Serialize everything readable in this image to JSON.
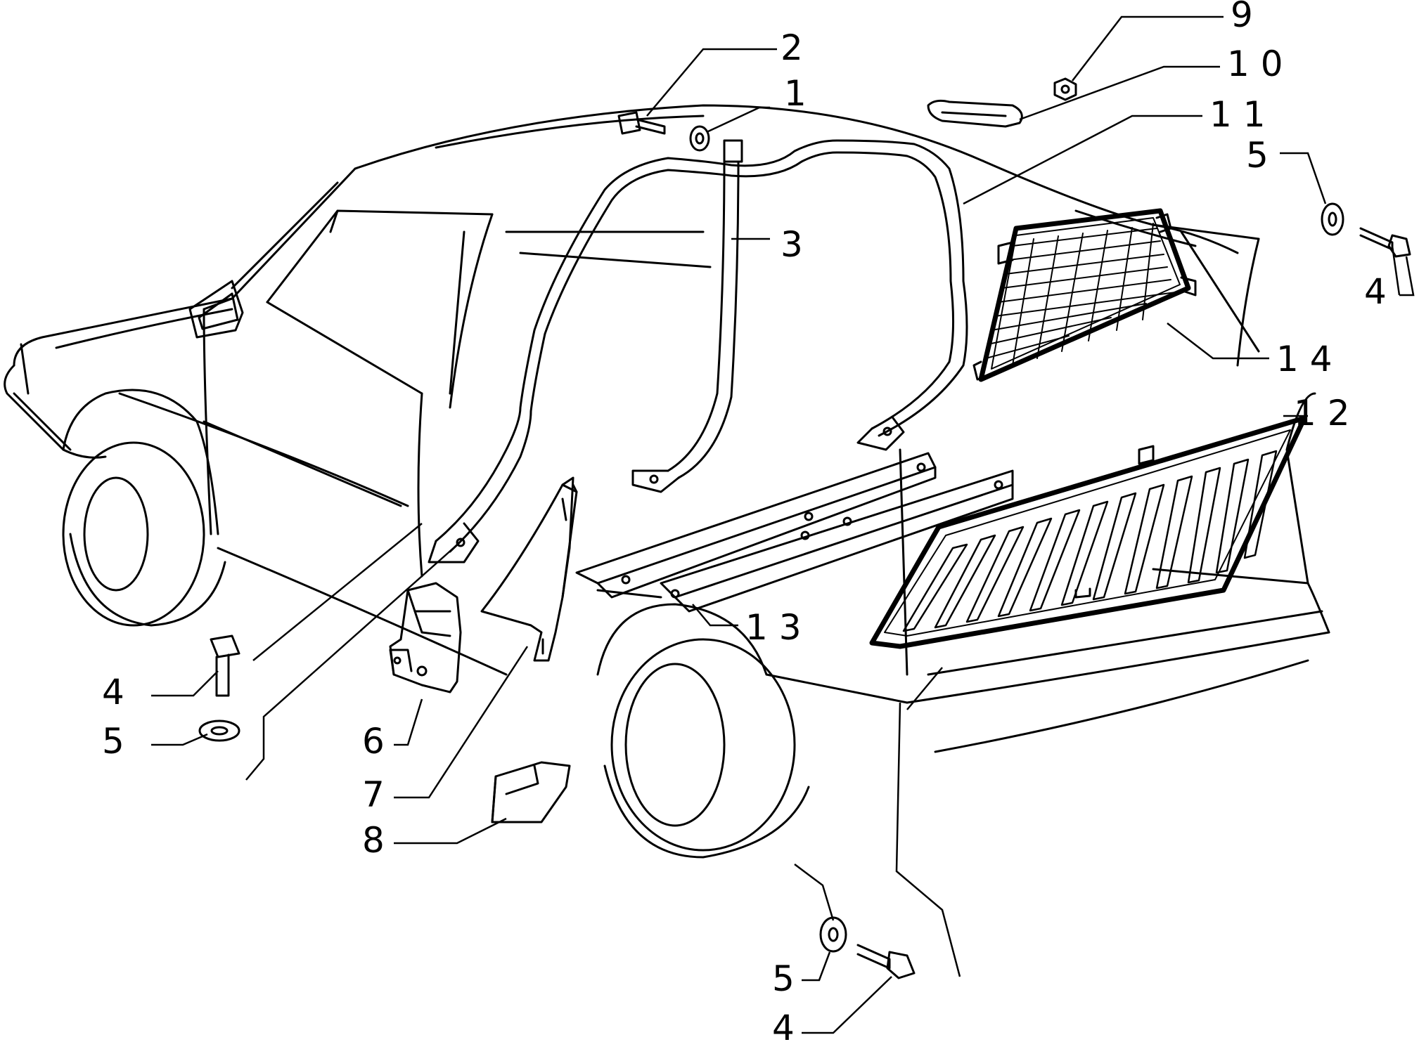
{
  "callouts": {
    "c1": "1",
    "c2": "2",
    "c3": "3",
    "c4a": "4",
    "c4b": "4",
    "c4c": "4",
    "c5a": "5",
    "c5b": "5",
    "c5c": "5",
    "c6": "6",
    "c7": "7",
    "c8": "8",
    "c9": "9",
    "c10": "1 0",
    "c11": "1 1",
    "c12": "1 2",
    "c13": "1 3",
    "c14": "1 4"
  }
}
